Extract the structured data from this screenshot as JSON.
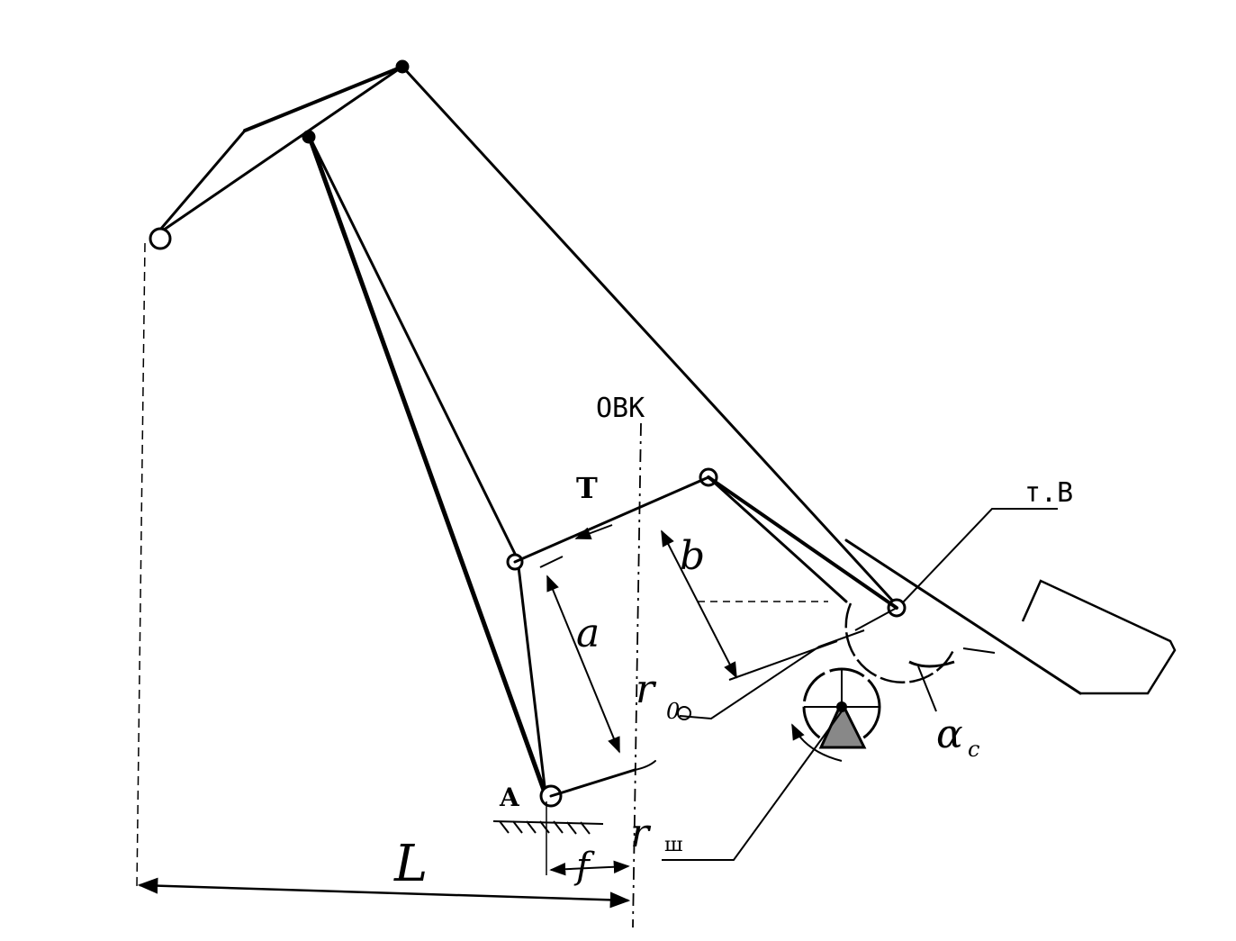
{
  "labels": {
    "obk": "ОВК",
    "t": "T",
    "tb": "т.В",
    "b": "b",
    "a": "a",
    "r0": "r",
    "r0_sub": "0",
    "alpha_c": "α",
    "alpha_c_sub": "c",
    "point_a": "A",
    "r_sh": "r",
    "r_sh_sub": "ш",
    "l": "L",
    "f": "f"
  },
  "colors": {
    "ink": "#000000",
    "paper": "#ffffff"
  }
}
